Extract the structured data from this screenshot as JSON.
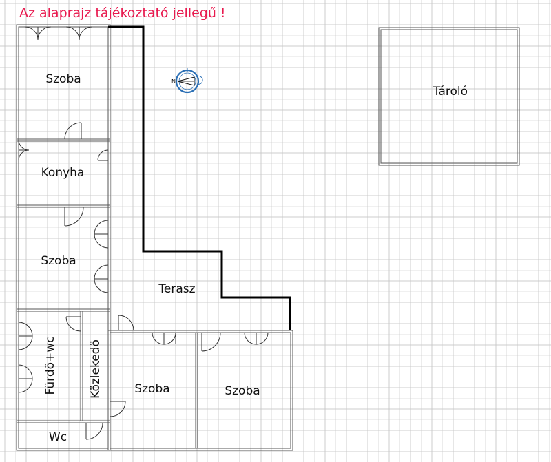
{
  "title": "Az alaprajz tájékoztató jellegű !",
  "colors": {
    "title": "#e8194e",
    "grid": "#c8c8c8",
    "wall": "#555555",
    "outline": "#000000",
    "compass": "#2a6fb5"
  },
  "compass": {
    "icon": "compass-icon",
    "label": "N"
  },
  "rooms": [
    {
      "id": "szoba-1",
      "label": "Szoba"
    },
    {
      "id": "konyha",
      "label": "Konyha"
    },
    {
      "id": "szoba-2",
      "label": "Szoba"
    },
    {
      "id": "terasz",
      "label": "Terasz"
    },
    {
      "id": "furdo-wc",
      "label": "Fürdö+wc"
    },
    {
      "id": "kozleked",
      "label": "Közlekedö"
    },
    {
      "id": "szoba-3",
      "label": "Szoba"
    },
    {
      "id": "szoba-4",
      "label": "Szoba"
    },
    {
      "id": "wc",
      "label": "Wc"
    },
    {
      "id": "tarolo",
      "label": "Tároló"
    }
  ]
}
